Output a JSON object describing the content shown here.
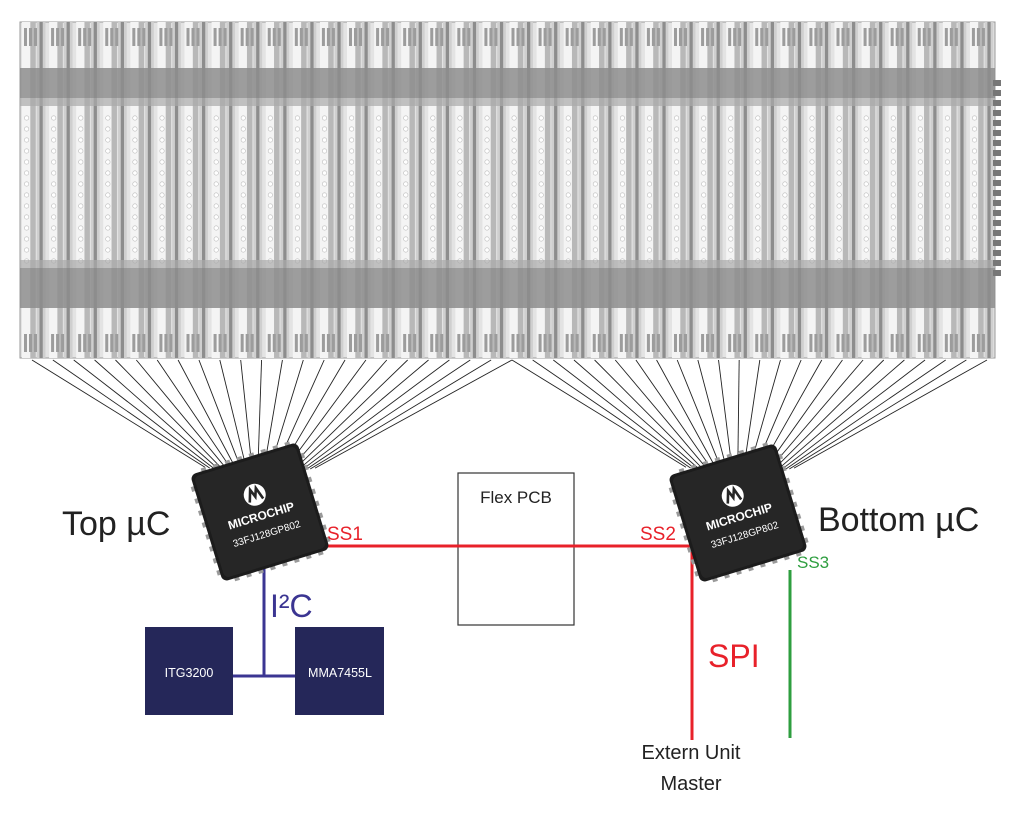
{
  "labels": {
    "top_uc": "Top µC",
    "bottom_uc": "Bottom µC",
    "ss1": "SS1",
    "ss2": "SS2",
    "ss3": "SS3",
    "i2c": "I²C",
    "spi": "SPI",
    "flex_pcb": "Flex PCB",
    "itg": "ITG3200",
    "mma": "MMA7455L",
    "extern_line1": "Extern Unit",
    "extern_line2": "Master"
  },
  "chip": {
    "brand": "MICROCHIP",
    "part": "33FJ128GP802"
  },
  "colors": {
    "spi": "#e8212a",
    "ss3": "#2e9e3f",
    "i2c": "#3b3592",
    "sensor_box": "#252759",
    "board_dark": "#8d8d8d",
    "board_mid": "#b8b8b8",
    "board_light": "#e3e3e3"
  },
  "board": {
    "columns": 36
  }
}
